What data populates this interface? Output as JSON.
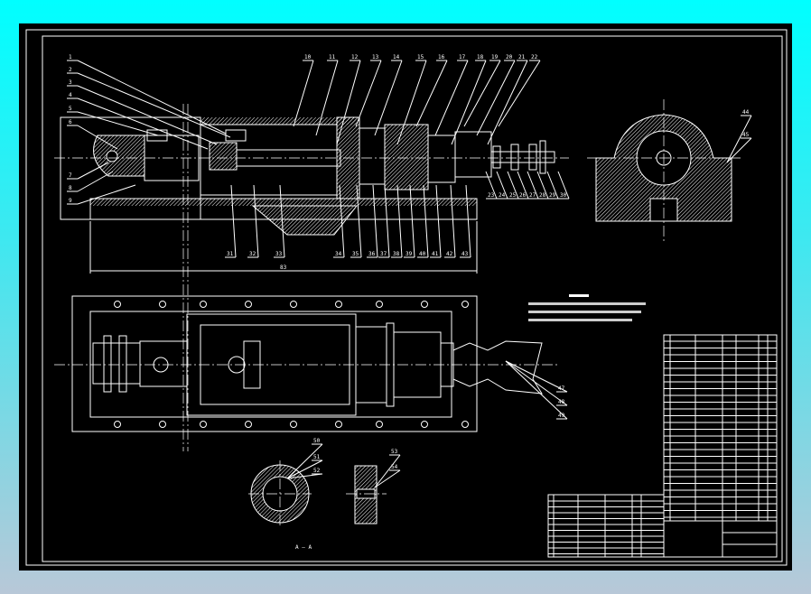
{
  "drawing": {
    "type": "CAD assembly drawing - manipulator wrist/gripper (black background)",
    "colors": {
      "background": "#000000",
      "lines": "#ffffff",
      "desktop": "#00ffff"
    },
    "dimension_overall": "83",
    "section_label": "A — A",
    "part_labels_left": [
      "1",
      "2",
      "3",
      "4",
      "5",
      "6",
      "7",
      "8",
      "9"
    ],
    "part_labels_top": [
      "10",
      "11",
      "12",
      "13",
      "14",
      "15",
      "16",
      "17",
      "18",
      "19",
      "20",
      "21",
      "22"
    ],
    "part_labels_right": [
      "23",
      "24",
      "25",
      "26",
      "27",
      "28",
      "29",
      "30"
    ],
    "part_labels_bottom": [
      "31",
      "32",
      "33",
      "34",
      "35",
      "36",
      "37",
      "38",
      "39",
      "40",
      "41",
      "42",
      "43"
    ],
    "part_labels_side": [
      "44",
      "45"
    ],
    "part_labels_gripper": [
      "47",
      "48",
      "49"
    ],
    "part_labels_ring": [
      "50",
      "51",
      "52"
    ],
    "part_labels_sleeve": [
      "53",
      "54"
    ]
  }
}
